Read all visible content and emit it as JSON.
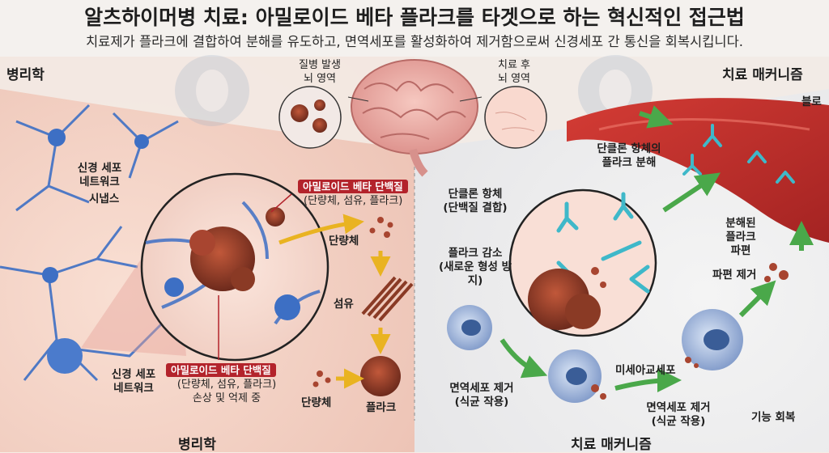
{
  "title": "알츠하이머병 치료: 아밀로이드 베타 플라크를 타겟으로 하는 혁신적인 접근법",
  "subtitle": "치료제가 플라크에 결합하여 분해를 유도하고, 면역세포를 활성화하여 제거함으로써 신경세포 간 통신을 회복시킵니다.",
  "left_panel": {
    "header": "병리학",
    "bottom_header": "병리학",
    "neuron_net_top": "신경 세포\n네트워크",
    "synapse": "시냅스",
    "neuron_net_bottom": "신경 세포\n네트워크",
    "amyloid_tag_top": "아밀로이드 베타 단백질",
    "amyloid_sub_top": "(단량체, 섬유, 플라크)",
    "monomer": "단량체",
    "fiber": "섬유",
    "amyloid_tag_bottom": "아밀로이드 베타 단백질",
    "amyloid_sub_bottom": "(단량체, 섬유, 플라크)\n손상 및 억제 중",
    "monomer_bottom": "단량체",
    "plaque": "플라크"
  },
  "brain": {
    "disease_area": "질병 발생\n뇌 영역",
    "after_area": "치료 후\n뇌 영역"
  },
  "right_panel": {
    "header": "치료 매커니즘",
    "bottom_header": "치료 매커니즘",
    "blood": "블로",
    "antibody_breakdown": "단클론 항체의\n플라크 분해",
    "antibody": "단클론 항체\n(단백질 결합)",
    "plaque_reduce": "플라크 감소\n(새로운 형성 방지)",
    "fragments": "분해된\n플라크\n파편",
    "fragment_removal": "파편 제거",
    "microglia": "미세아교세포",
    "immune_removal_1": "면역세포 제거\n(식균 작용)",
    "immune_removal_2": "면역세포 제거\n(식균 작용)",
    "recovery": "기능 회복"
  },
  "colors": {
    "neuron": "#3d6fc4",
    "plaque": "#9c3d2a",
    "blood_vessel": "#c8302f",
    "antibody": "#3fb8c9",
    "arrow_green": "#4aa84a",
    "arrow_yellow": "#e9b321",
    "tag_red": "#b3232b"
  }
}
